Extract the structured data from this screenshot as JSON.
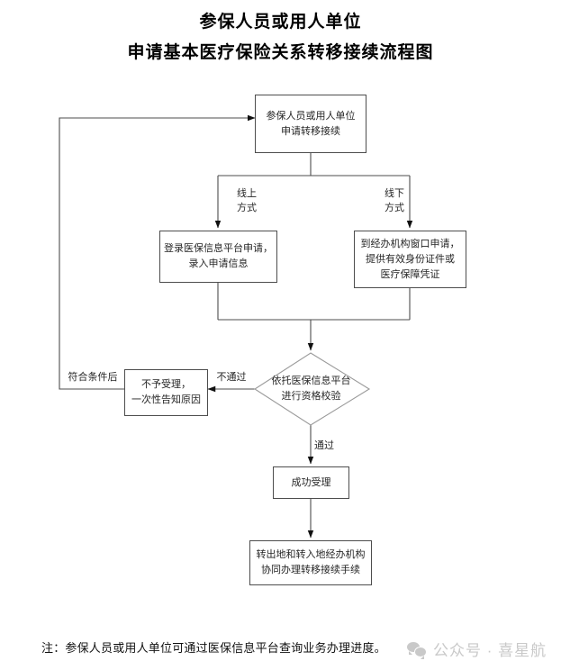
{
  "document": {
    "title_line1": "参保人员或用人单位",
    "title_line2": "申请基本医疗保险关系转移接续流程图"
  },
  "flowchart": {
    "type": "flowchart",
    "orientation": "top-down",
    "nodes": [
      {
        "id": "start",
        "shape": "rect",
        "label": "参保人员或用人单位\n申请转移接续"
      },
      {
        "id": "online",
        "shape": "rect",
        "label": "登录医保信息平台申请，\n录入申请信息"
      },
      {
        "id": "offline",
        "shape": "rect",
        "label": "到经办机构窗口申请，\n提供有效身份证件或\n医疗保障凭证"
      },
      {
        "id": "verify",
        "shape": "diamond",
        "label": "依托医保信息平台\n进行资格校验"
      },
      {
        "id": "reject",
        "shape": "rect",
        "label": "不予受理，\n一次性告知原因"
      },
      {
        "id": "accepted",
        "shape": "rect",
        "label": "成功受理"
      },
      {
        "id": "handle",
        "shape": "rect",
        "label": "转出地和转入地经办机构\n协同办理转移接续手续"
      }
    ],
    "edge_labels": {
      "online_branch": "线上\n方式",
      "offline_branch": "线下\n方式",
      "fail": "不通过",
      "pass": "通过",
      "retry": "符合条件后"
    }
  },
  "footer": {
    "note": "注：参保人员或用人单位可通过医保信息平台查询业务办理进度。",
    "watermark_text": "公众号 · 喜星航",
    "watermark_icon": "wechat-icon"
  },
  "colors": {
    "line": "#4d4d4d",
    "text": "#262626",
    "title": "#000000",
    "watermark": "#c9c9c9",
    "background": "#ffffff"
  }
}
